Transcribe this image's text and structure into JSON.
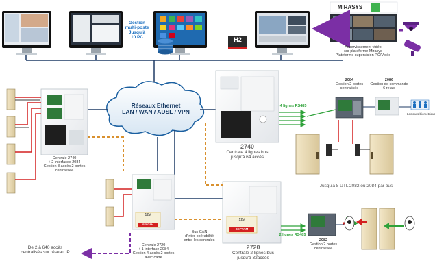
{
  "monitors": [
    {
      "title_line1": "Accueil/Visiteurs",
      "title_line2": "4 tâches"
    },
    {
      "title_line1": "PC de Sécurité",
      "title_line2": "Gestion de cartes"
    },
    {
      "title_line1": "Serveur web (http)",
      "title_line2": ""
    },
    {
      "title_line1": "Supervision et monitoring",
      "title_line2": "multi-sites (alarmes, vidéo...)"
    }
  ],
  "multiposte": {
    "line1": "Gestion",
    "line2": "multi-poste",
    "line3": "Jusqu'à",
    "line4": "10 PC"
  },
  "h2_logo": "H2",
  "mirasys": {
    "logo": "MIRASYS",
    "caption_line1": "Asservissement vidéo",
    "caption_line2": "sur plateforme Mirasys",
    "caption_line3": "Plateforme supervision PC/Vidéo"
  },
  "cloud": {
    "line1": "Réseaux Ethernet",
    "line2": "LAN / WAN / ADSL / VPN"
  },
  "centrale_2740": {
    "title": "2740",
    "line1": "Centrale 4 lignes bus",
    "line2": "jusqu'à 64 accès",
    "bus_label": "4 lignes RS485"
  },
  "centrale_2720": {
    "title": "2720",
    "line1": "Centrale 2 lignes bus",
    "line2": "jusqu'à 32accès",
    "bus_label": "2 lignes RS485"
  },
  "centrale_left_top": {
    "line1": "Centrale 2740",
    "line2": "+ 2 interfaces 2084",
    "line3": "Gestion 8 accès 2 portes",
    "line4": "centralisée"
  },
  "centrale_left_bottom": {
    "line1": "Centrale 2720",
    "line2": "+ 1 interface 2084",
    "line3": "Gestion 4 accès 2 portes",
    "line4": "avec carte"
  },
  "bus_can": {
    "line1": "Bus CAN",
    "line2": "d'inter-opérabilité",
    "line3": "entre les centrales"
  },
  "left_note": {
    "line1": "De 2 à 640 accès",
    "line2": "centralisés sur réseau IP"
  },
  "module_2084": {
    "title": "2084",
    "line1": "Gestion 2 portes",
    "line2": "centralisée"
  },
  "module_2086": {
    "title": "2086",
    "line1": "Gestion de commande",
    "line2": "6 relais"
  },
  "module_2082": {
    "title": "2082",
    "line1": "Gestion 2 portes",
    "line2": "centralisée"
  },
  "jusqua_note": "Jusqu'à 8 UTL 2082 ou 2084 par bus",
  "power_label_1": "12V",
  "power_label_2": "SEPTAM",
  "sensor_label": "Lecteurs biométriques",
  "colors": {
    "bus_green": "#2fa23a",
    "cloud_blue": "#1a5fa0",
    "purple": "#7b2fa5",
    "red": "#d42020",
    "orange_dash": "#d9912f",
    "dark_line": "#1f3b66"
  }
}
